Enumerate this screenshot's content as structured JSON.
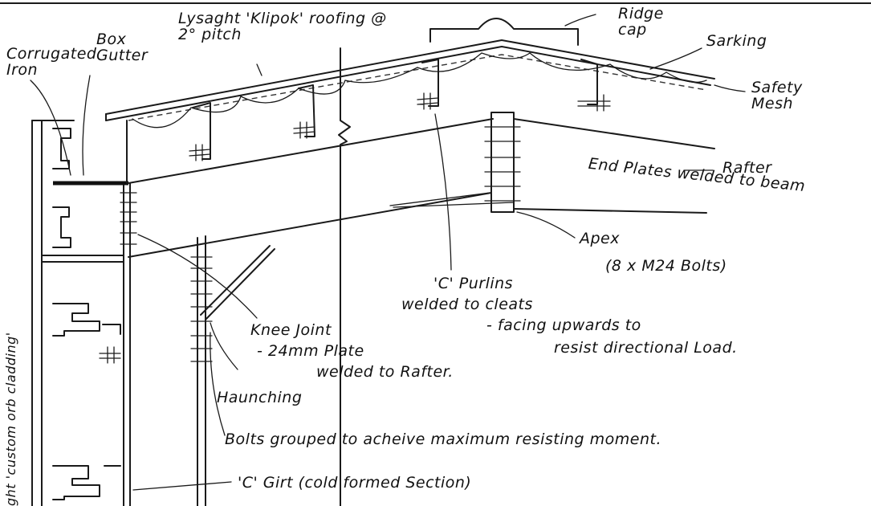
{
  "labels": {
    "corrugated_iron": "Corrugated Iron",
    "box_gutter": "Box Gutter",
    "roofing": "Lysaght 'Klipok' roofing @ 2° pitch",
    "ridge_cap": "Ridge cap",
    "sarking": "Sarking",
    "safety_mesh": "Safety Mesh",
    "rafter": "Rafter",
    "end_plates": "End Plates welded to beam",
    "apex": "Apex",
    "apex_bolts": "(8 x M24 Bolts)",
    "c_purlins_1": "'C' Purlins",
    "c_purlins_2": "welded to cleats",
    "facing_1": "- facing upwards to",
    "facing_2": "resist directional Load.",
    "knee_joint_1": "Knee Joint",
    "knee_joint_2": "- 24mm Plate",
    "knee_joint_3": "welded to Rafter.",
    "haunching": "Haunching",
    "bolts_grouped": "Bolts grouped to acheive maximum resisting moment.",
    "c_girt": "'C' Girt (cold formed Section)",
    "cladding": "ght 'custom orb cladding'"
  }
}
